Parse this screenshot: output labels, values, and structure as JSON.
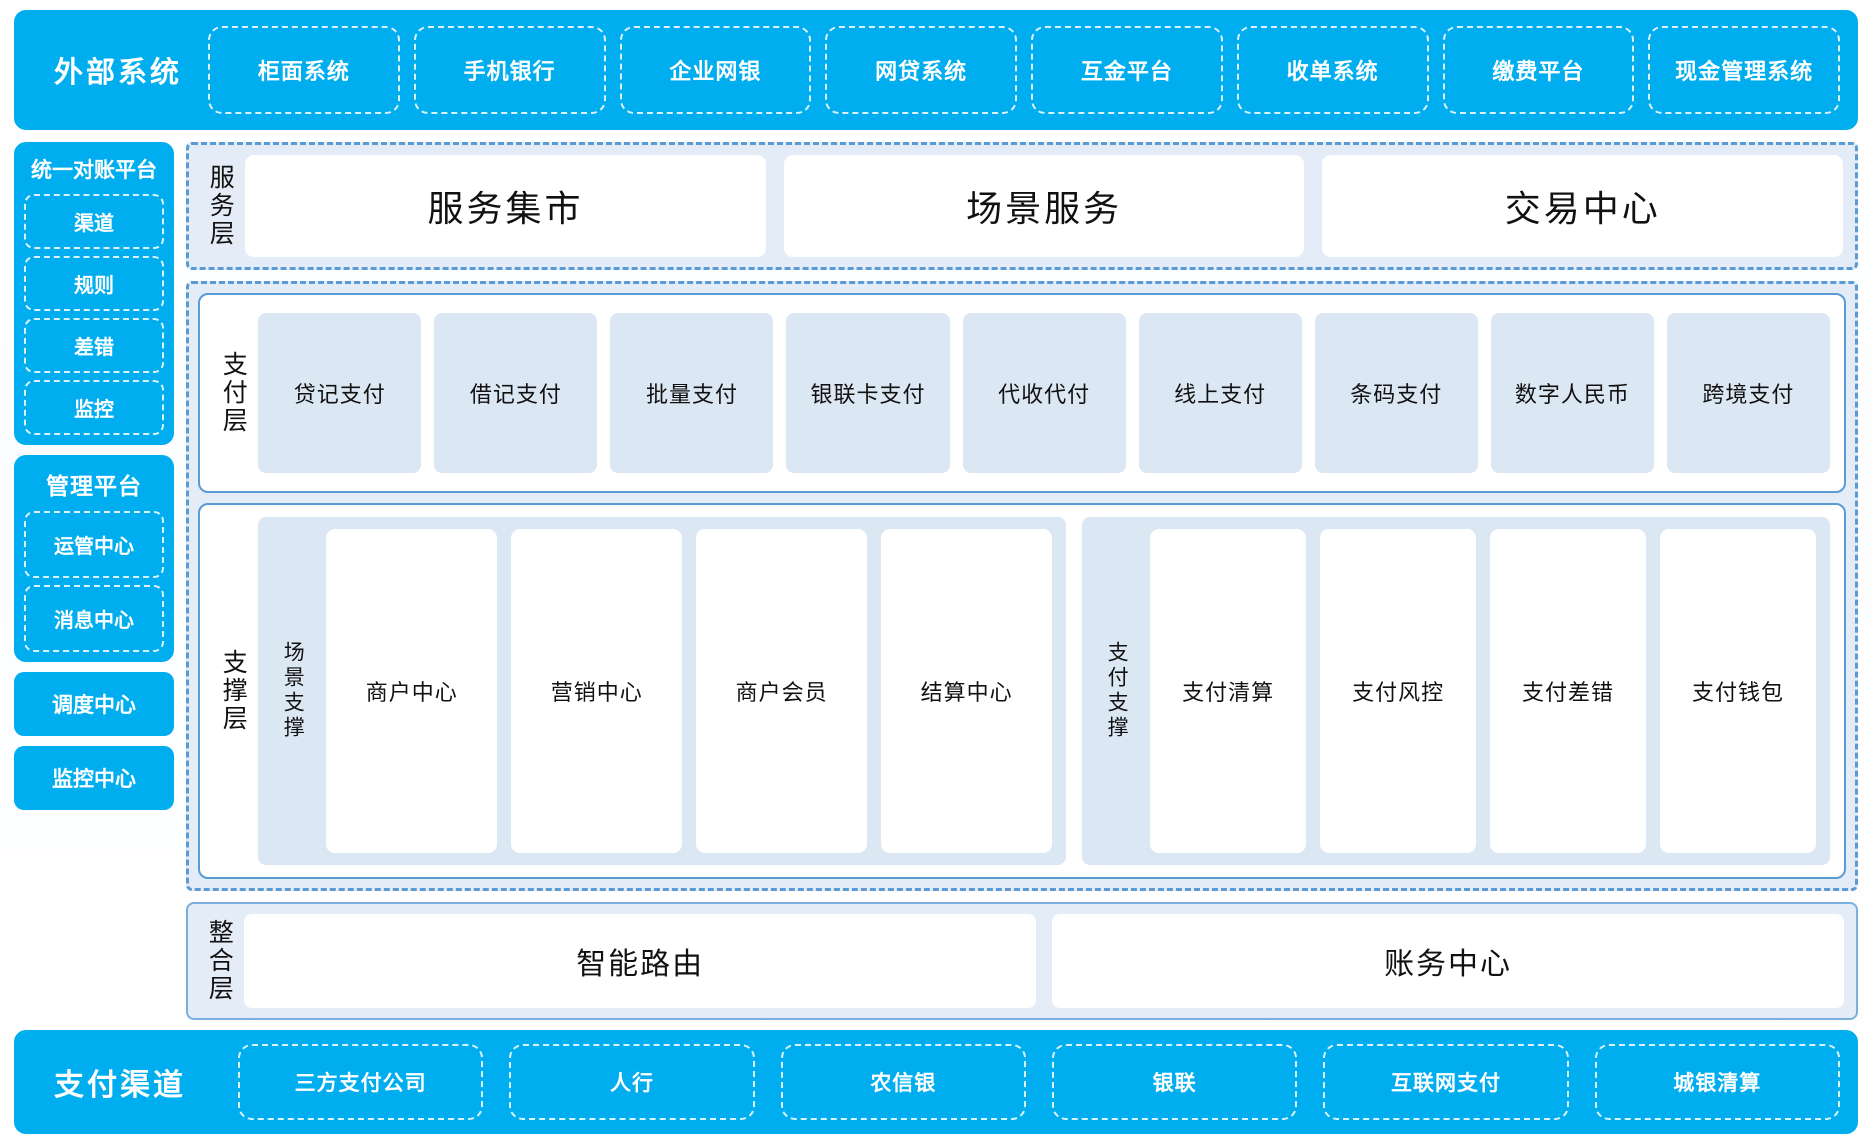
{
  "external": {
    "title": "外部系统",
    "items": [
      {
        "label": "柜面系统"
      },
      {
        "label": "手机银行"
      },
      {
        "label": "企业网银"
      },
      {
        "label": "网贷系统"
      },
      {
        "label": "互金平台"
      },
      {
        "label": "收单系统"
      },
      {
        "label": "缴费平台"
      },
      {
        "label": "现金管理系统"
      }
    ]
  },
  "sidebar": {
    "reconciliation": {
      "title": "统一对账平台",
      "items": [
        {
          "label": "渠道"
        },
        {
          "label": "规则"
        },
        {
          "label": "差错"
        },
        {
          "label": "监控"
        }
      ]
    },
    "management": {
      "title": "管理平台",
      "items": [
        {
          "label": "运管中心"
        },
        {
          "label": "消息中心"
        }
      ]
    },
    "standalone": [
      {
        "label": "调度中心"
      },
      {
        "label": "监控中心"
      }
    ]
  },
  "service_layer": {
    "label": "服务层",
    "items": [
      {
        "label": "服务集市"
      },
      {
        "label": "场景服务"
      },
      {
        "label": "交易中心"
      }
    ]
  },
  "payment_layer": {
    "label": "支付层",
    "items": [
      {
        "label": "贷记支付"
      },
      {
        "label": "借记支付"
      },
      {
        "label": "批量支付"
      },
      {
        "label": "银联卡支付"
      },
      {
        "label": "代收代付"
      },
      {
        "label": "线上支付"
      },
      {
        "label": "条码支付"
      },
      {
        "label": "数字人民币"
      },
      {
        "label": "跨境支付"
      }
    ]
  },
  "support_layer": {
    "label": "支撑层",
    "groups": [
      {
        "label": "场景支撑",
        "items": [
          {
            "label": "商户中心"
          },
          {
            "label": "营销中心"
          },
          {
            "label": "商户会员"
          },
          {
            "label": "结算中心"
          }
        ]
      },
      {
        "label": "支付支撑",
        "items": [
          {
            "label": "支付清算"
          },
          {
            "label": "支付风控"
          },
          {
            "label": "支付差错"
          },
          {
            "label": "支付钱包"
          }
        ]
      }
    ]
  },
  "integration_layer": {
    "label": "整合层",
    "items": [
      {
        "label": "智能路由"
      },
      {
        "label": "账务中心"
      }
    ]
  },
  "channel": {
    "title": "支付渠道",
    "items": [
      {
        "label": "三方支付公司"
      },
      {
        "label": "人行"
      },
      {
        "label": "农信银"
      },
      {
        "label": "银联"
      },
      {
        "label": "互联网支付"
      },
      {
        "label": "城银清算"
      }
    ]
  },
  "colors": {
    "brand_cyan": "#00AEEF",
    "panel_border_blue": "#5b9bd5",
    "panel_fill_light": "#e3ecf7",
    "card_fill_blue": "#dce7f4",
    "card_fill_white": "#ffffff",
    "text_dark": "#111111",
    "text_on_cyan": "#ffffff"
  }
}
